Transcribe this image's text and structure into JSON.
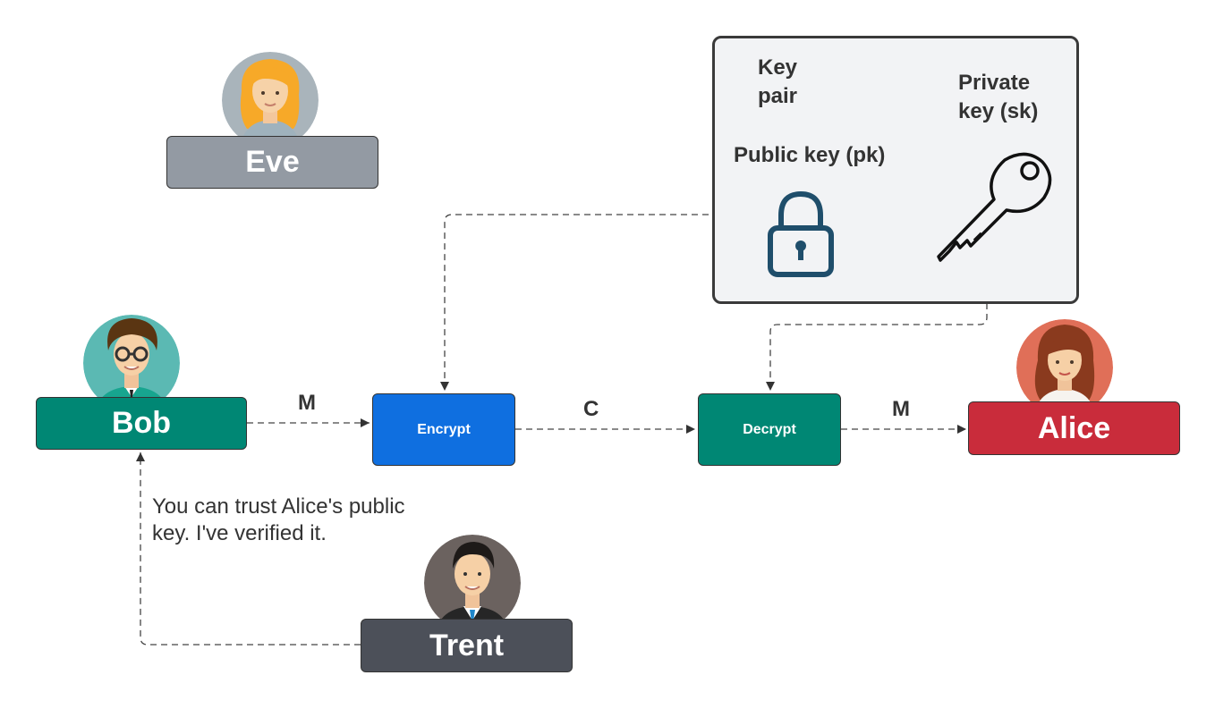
{
  "actors": {
    "eve": {
      "name": "Eve",
      "color": "#939aa3"
    },
    "bob": {
      "name": "Bob",
      "color": "#008774"
    },
    "alice": {
      "name": "Alice",
      "color": "#c92c3b"
    },
    "trent": {
      "name": "Trent",
      "color": "#4c5059"
    }
  },
  "operations": {
    "encrypt": {
      "label": "Encrypt",
      "color": "#0f6fe0"
    },
    "decrypt": {
      "label": "Decrypt",
      "color": "#008774"
    }
  },
  "edge_labels": {
    "bob_to_encrypt": "M",
    "encrypt_to_decrypt": "C",
    "decrypt_to_alice": "M"
  },
  "key_pair": {
    "title": "Key pair",
    "public_key_label": "Public key (pk)",
    "private_key_label": "Private key (sk)",
    "public_icon": "padlock-icon",
    "private_icon": "key-icon"
  },
  "trent_note": "You can trust Alice's public key. I've verified it."
}
